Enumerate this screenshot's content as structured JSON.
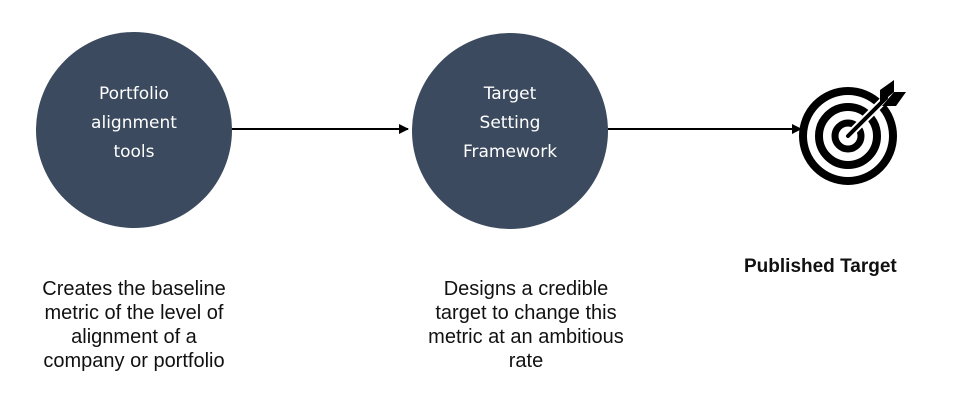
{
  "nodes": [
    {
      "lines": [
        "Portfolio",
        "alignment",
        "tools"
      ],
      "description": [
        "Creates the baseline",
        "metric of the level  of",
        "alignment of a",
        "company or portfolio"
      ]
    },
    {
      "lines": [
        "Target",
        "Setting",
        "Framework"
      ],
      "description": [
        "Designs a credible",
        "target to change this",
        "metric at an ambitious",
        "rate"
      ]
    }
  ],
  "outcome": {
    "label": "Published Target",
    "icon": "target-icon"
  },
  "colors": {
    "node_fill": "#3b4a5e",
    "node_text": "#ffffff",
    "connector": "#000000",
    "body_text": "#111111"
  }
}
